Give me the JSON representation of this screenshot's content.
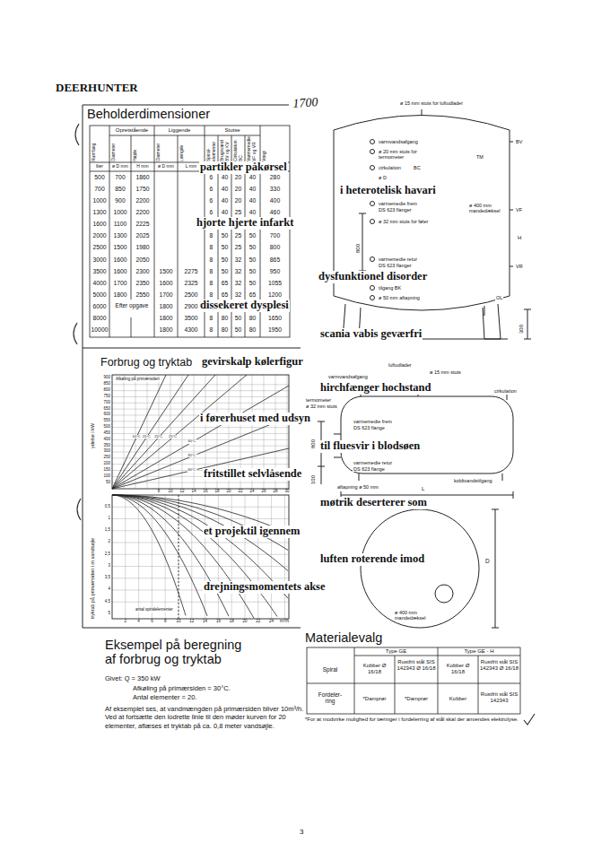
{
  "diagram": {
    "title": "DEERHUNTER",
    "labels": [
      "1700",
      "Beholderdimensioner",
      "Opretstående",
      "Liggende",
      "Stutse",
      "Rumfang",
      "Diameter",
      "Højde",
      "Diameter",
      "Længde",
      "Spiral-elementer",
      "Brugsvand BV og KV",
      "Cirkulation BC",
      "Varmemedie VF og VR",
      "Vægt",
      "liter",
      "ø D mm",
      "H mm",
      "ø D mm",
      "L mm",
      "kg",
      "500",
      "700",
      "1860",
      "6",
      "40",
      "20",
      "40",
      "280",
      "700",
      "850",
      "1750",
      "6",
      "40",
      "20",
      "40",
      "330",
      "1000",
      "900",
      "2200",
      "6",
      "40",
      "20",
      "40",
      "400",
      "1300",
      "1000",
      "2200",
      "6",
      "40",
      "25",
      "40",
      "460",
      "1600",
      "1100",
      "2225",
      "6",
      "50",
      "25",
      "40",
      "515",
      "2000",
      "1300",
      "2025",
      "8",
      "50",
      "25",
      "50",
      "700",
      "2500",
      "1500",
      "1980",
      "8",
      "50",
      "25",
      "50",
      "800",
      "3000",
      "1600",
      "2050",
      "8",
      "50",
      "32",
      "50",
      "865",
      "3500",
      "1600",
      "2300",
      "1500",
      "2275",
      "8",
      "50",
      "32",
      "50",
      "950",
      "4000",
      "1700",
      "2350",
      "1600",
      "2325",
      "8",
      "65",
      "32",
      "50",
      "1055",
      "5000",
      "1800",
      "2550",
      "1700",
      "2500",
      "8",
      "65",
      "32",
      "65",
      "1200",
      "6000",
      "1800",
      "2900",
      "8",
      "65",
      "32",
      "80",
      "1400",
      "8000",
      "1800",
      "3500",
      "8",
      "80",
      "50",
      "80",
      "1650",
      "10000",
      "1800",
      "4300",
      "8",
      "80",
      "50",
      "80",
      "1950",
      "Efter opgave",
      "partikler påkørsel",
      "i heterotelisk havari",
      "hjorte hjerte infarkt",
      "dysfunktionel disorder",
      "dissekeret dysplesi",
      "scania vabis geværfri",
      "gevirskalp kølerfigur",
      "hirchfænger hochstand",
      "i førerhuset med udsyn",
      "til fluesvir i blodsøen",
      "fritstillet selvlåsende",
      "møtrik deserterer som",
      "et projektil igennem",
      "luften roterende imod",
      "drejningsmomentets akse",
      "ø 15 mm stuts for luftudlader",
      "varmvandsafgang",
      "BV",
      "ø 20 mm stuts for termometer",
      "TM",
      "cirkulation",
      "BC",
      "ø D",
      "varmemedie frem",
      "DS 623 flanger",
      "VF",
      "ø 32 mm stuts for føler",
      "ø 400 mm mandedæksel",
      "800",
      "H",
      "varmemedie retur",
      "DS 623 flanger",
      "VR",
      "tilgang BK",
      "ø 50 mm aftapning",
      "OL",
      "300",
      "luftudlader",
      "ø 15 mm stuts",
      "varmvandsafgang",
      "termometer",
      "ø 32 mm stuts",
      "cirkulation",
      "varmemedie frem",
      "DS 623 flange",
      "800",
      "varmemedie retur",
      "DS 623 flange",
      "aftapning ø 50 mm",
      "koldtvandstilgang",
      "L",
      "100",
      "D",
      "ø 400 mm mandedæksel",
      "Forbrug og tryktab",
      "ydelse i kW",
      "tryktab på primærsiden i m vandsøjle",
      "900",
      "850",
      "800",
      "750",
      "700",
      "650",
      "600",
      "550",
      "500",
      "450",
      "400",
      "350",
      "300",
      "250",
      "200",
      "150",
      "100",
      "50",
      "8",
      "10",
      "12",
      "14",
      "16",
      "18",
      "20",
      "22",
      "24",
      "26",
      "28",
      "30",
      "0,5",
      "1",
      "1,5",
      "2",
      "2,5",
      "3",
      "3,5",
      "4",
      "4,5",
      "5",
      "2",
      "4",
      "6",
      "8",
      "10",
      "12",
      "14",
      "16",
      "18",
      "20",
      "22",
      "24",
      "m³/h",
      "antal spiralelementer",
      "10°C",
      "15°C",
      "20°C",
      "25°C",
      "30°C",
      "35°C",
      "40°C",
      "Afkøling på primærsiden",
      "Eksempel på beregning af forbrug og tryktab",
      "Givet: Q = 350 kW",
      "Afkøling på primærsiden = 30°C.",
      "Antal elementer = 20.",
      "Af eksemplet ses, at vandmængden på primærsiden bliver 10m³/h. Ved at fortsætte den lodrette linie til den møder kurven for 20 elementer, aflæses et tryktab på ca. 0,8 meter vandsøjle.",
      "Materialevalg",
      "Type GE",
      "Type GE - H",
      "Spiral",
      "Kobber Ø 16/18",
      "Rustfrit stål SIS 142343 Ø 16/18",
      "Kobber Ø 16/18",
      "Rustfrit stål SIS 142343 Ø 16/18",
      "Fordeler-ring",
      "*Damprør",
      "*Damprør",
      "Kobber",
      "Rustfrit stål SIS 142343",
      "*For at modvirke mulighed for tæringer i fordelerring af stål skal der anvendes elektrolyse.",
      "3"
    ]
  }
}
